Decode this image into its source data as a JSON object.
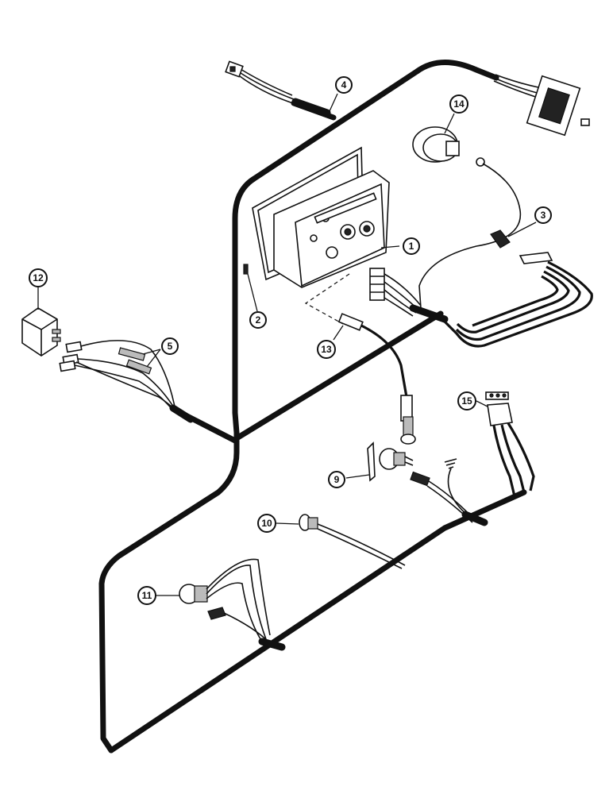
{
  "diagram": {
    "callouts": [
      "1",
      "2",
      "3",
      "4",
      "5",
      "9",
      "10",
      "11",
      "12",
      "13",
      "14",
      "15"
    ]
  }
}
